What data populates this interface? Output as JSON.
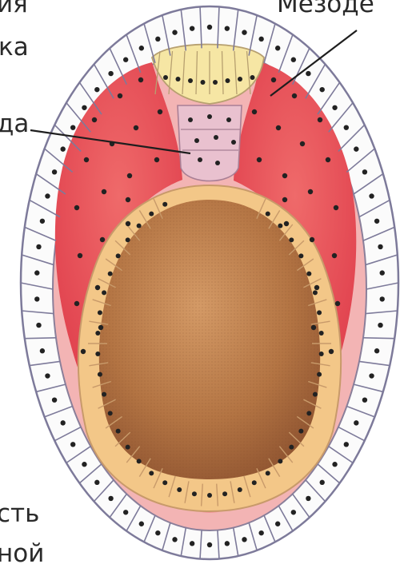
{
  "labels": {
    "top_left_1": "ия",
    "top_left_2": "ка",
    "middle_left": "да",
    "top_right": "Мезоде",
    "bottom_left_1": "сть",
    "bottom_left_2": "ной"
  },
  "colors": {
    "ectoderm": "#fbfbfb",
    "cell_outline": "#7d7a9a",
    "mesoderm": "#e8454f",
    "mesoderm_light": "#f08c8c",
    "endoderm": "#f4c98a",
    "yolk": "#b87a4a",
    "neural_plate": "#f6e6a4",
    "notochord": "#e7b9c8",
    "nucleus": "#222222"
  }
}
